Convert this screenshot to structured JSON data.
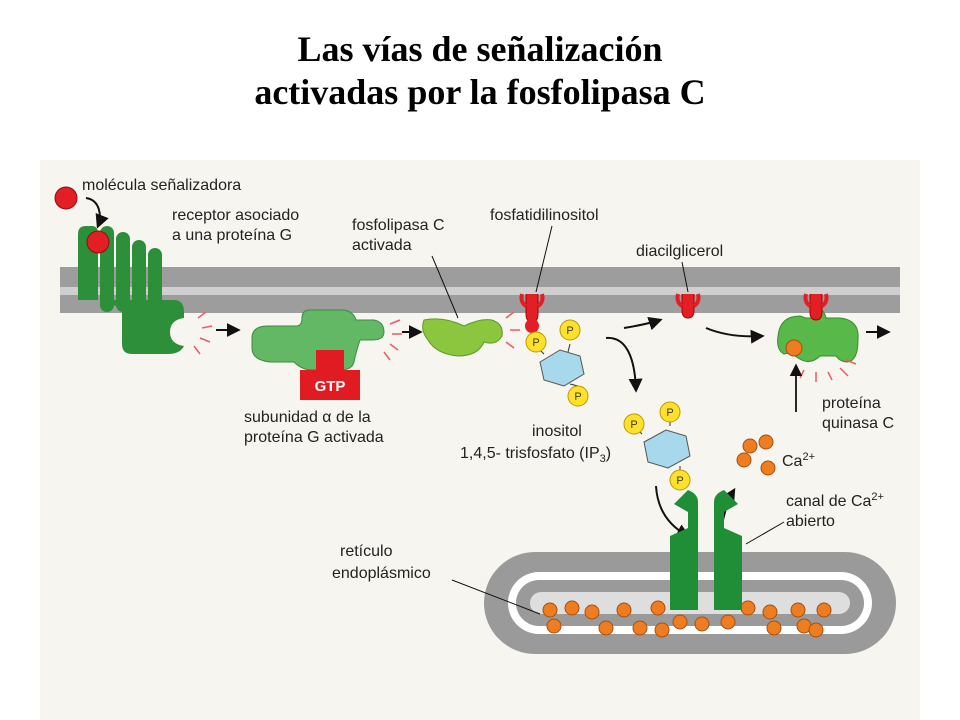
{
  "title": {
    "line1": "Las vías de señalización",
    "line2": "activadas por la fosfolipasa C"
  },
  "labels": {
    "signal_molecule": "molécula señalizadora",
    "receptor_line1": "receptor asociado",
    "receptor_line2": "a una proteína G",
    "plc_line1": "fosfolipasa C",
    "plc_line2": "activada",
    "pip2": "fosfatidilinositol",
    "dag": "diacilglicerol",
    "gtp": "GTP",
    "galpha_line1": "subunidad α de la",
    "galpha_line2": "proteína G activada",
    "ip3_line1": "inositol",
    "ip3_line2_main": "1,4,5- trisfosfato (IP",
    "ip3_line2_sub": "3",
    "ip3_line2_close": ")",
    "pkc_line1": "proteína",
    "pkc_line2": "quinasa C",
    "ca_main": "Ca",
    "ca_sup": "2+",
    "channel_line1_main": "canal de Ca",
    "channel_line1_sup": "2+",
    "channel_line2": "abierto",
    "er_line1": "retículo",
    "er_line2": "endoplásmico",
    "phosphate": "P"
  },
  "colors": {
    "membrane": "#9d9d9d",
    "membrane_light": "#cfcfcf",
    "receptor_green": "#2d8f3a",
    "gprotein_green": "#62b864",
    "plc_green": "#8cc63f",
    "pkc_green": "#58b84a",
    "gtp_red": "#e11b22",
    "signal_red": "#e31e24",
    "phosphate_yellow": "#ffe12b",
    "inositol_blue": "#a8d8ec",
    "calcium_orange": "#ee7d22",
    "channel_green": "#1f8e36",
    "er_gray": "#9a9a9a",
    "er_lumen": "#dedede"
  }
}
